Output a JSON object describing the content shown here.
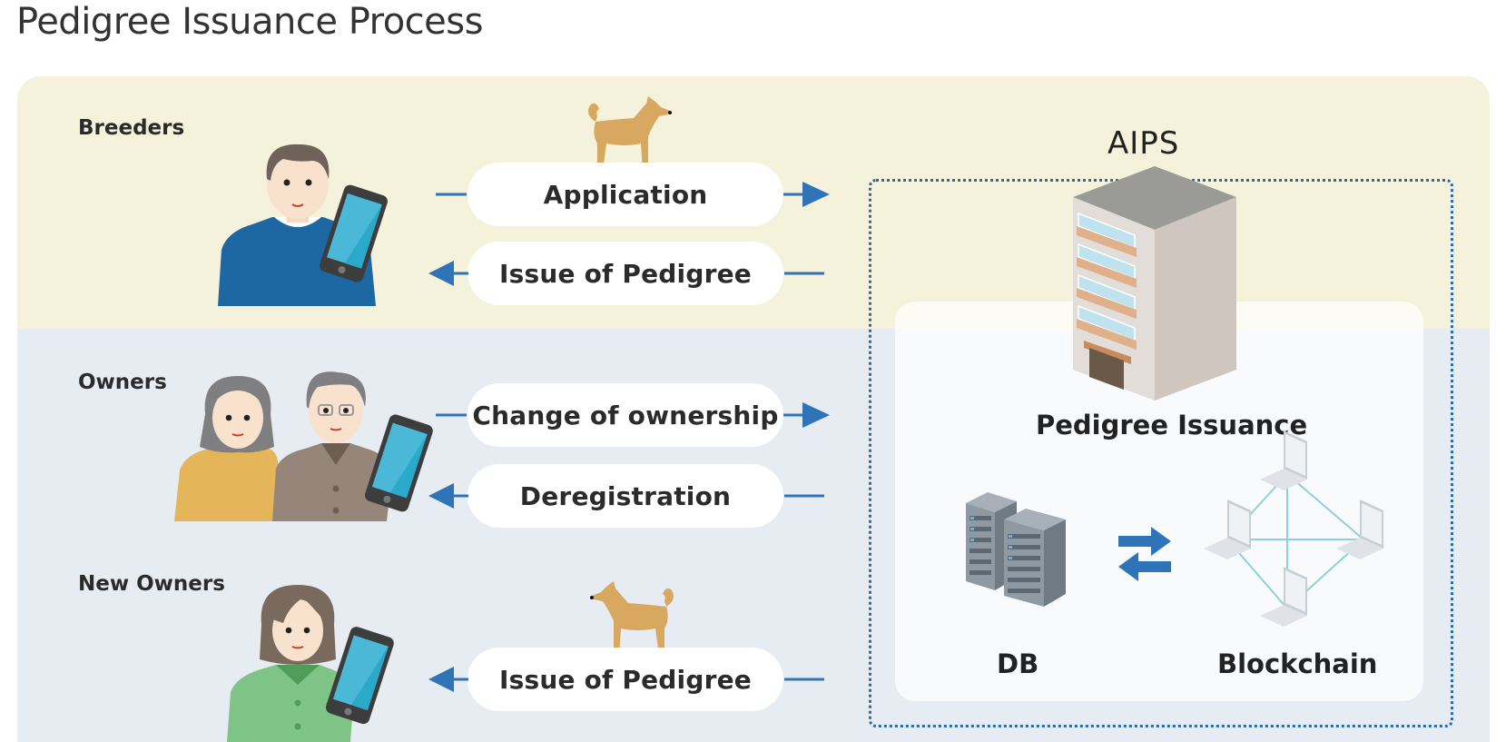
{
  "page": {
    "title": "Pedigree Issuance Process"
  },
  "groups": {
    "breeders": {
      "label": "Breeders"
    },
    "owners": {
      "label": "Owners"
    },
    "new_owners": {
      "label": "New Owners"
    }
  },
  "flows": [
    {
      "label": "Application",
      "direction": "to-system",
      "from": "Breeders"
    },
    {
      "label": "Issue of Pedigree",
      "direction": "to-user",
      "to": "Breeders"
    },
    {
      "label": "Change of ownership",
      "direction": "to-system",
      "from": "Owners"
    },
    {
      "label": "Deregistration",
      "direction": "to-user",
      "to": "Owners"
    },
    {
      "label": "Issue of Pedigree",
      "direction": "to-user",
      "to": "New Owners"
    }
  ],
  "system": {
    "name": "AIPS",
    "component": "Pedigree Issuance",
    "storage": [
      {
        "label": "DB",
        "icon": "server-icon"
      },
      {
        "label": "Blockchain",
        "icon": "network-laptops-icon"
      }
    ],
    "sync_icon": "bidirectional-arrows-icon"
  },
  "colors": {
    "breeders_band": "#f5f2dc",
    "owners_band": "#e7ebf2",
    "arrow_blue": "#2f73b9",
    "dotted_border": "#2d6aa6",
    "dog": "#d9a860"
  }
}
